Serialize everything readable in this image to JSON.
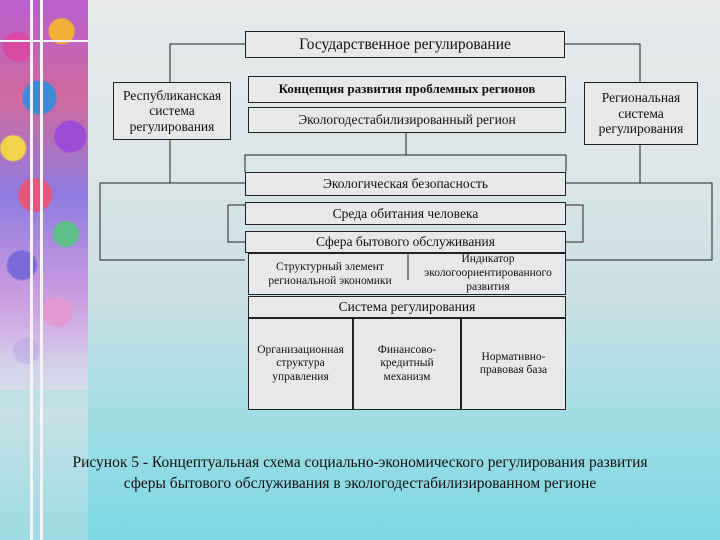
{
  "diagram": {
    "title": "Государственное регулирование",
    "left_box": "Республиканская система регулирования",
    "right_box": "Региональная система регулирования",
    "concept": "Концепция развития проблемных регионов",
    "region": "Экологодестабилизированный регион",
    "eco_safety": "Экологическая безопасность",
    "habitat": "Среда обитания человека",
    "service_sphere": "Сфера бытового обслуживания",
    "structural_element": "Структурный элемент региональной экономики",
    "indicator": "Индикатор экологоориентированного развития",
    "regulation_system": "Система регулирования",
    "org_structure": "Организационная структура управления",
    "finance": "Финансово-кредитный механизм",
    "legal": "Нормативно-правовая база"
  },
  "caption": {
    "line1": "Рисунок 5 - Концептуальная схема социально-экономического регулирования развития",
    "line2": "сферы бытового обслуживания в экологодестабилизированном регионе"
  }
}
